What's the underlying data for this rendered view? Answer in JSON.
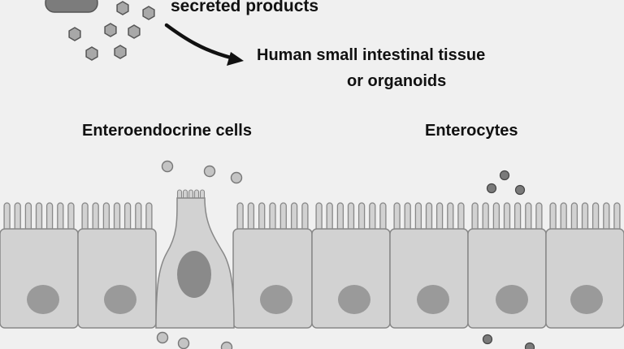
{
  "labels": {
    "secreted": "secreted products",
    "tissue_line1": "Human small intestinal tissue",
    "tissue_line2": "or organoids",
    "enteroendocrine": "Enteroendocrine cells",
    "enterocytes": "Enterocytes"
  },
  "colors": {
    "background": "#f0f0f0",
    "cell_fill": "#d2d2d2",
    "cell_stroke": "#888888",
    "nucleus": "#9a9a9a",
    "eec_nucleus": "#8a8a8a",
    "hexagon_fill": "#a8a8a8",
    "light_granule": "#c4c4c4",
    "dark_granule": "#7a7a7a",
    "bacterium": "#7c7c7c",
    "arrow": "#111111"
  },
  "icons": {
    "bacterium": "bacterium-icon",
    "product": "hexagon-product-icon",
    "arrow": "curved-arrow-icon"
  }
}
